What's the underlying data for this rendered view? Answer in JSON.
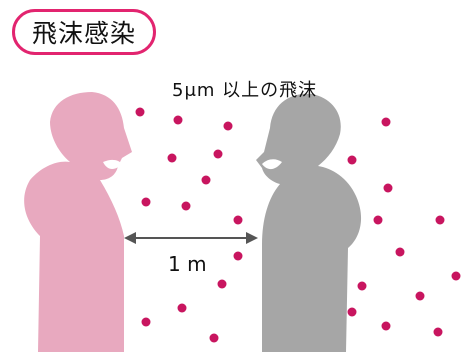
{
  "title": "飛沫感染",
  "droplet_label": "5μm 以上の飛沫",
  "distance_label": "1 m",
  "colors": {
    "accent": "#e2246f",
    "left_person": "#e8a9bf",
    "right_person": "#a6a6a6",
    "droplet": "#c8155f",
    "arrow": "#555555"
  },
  "droplet_count": 26
}
